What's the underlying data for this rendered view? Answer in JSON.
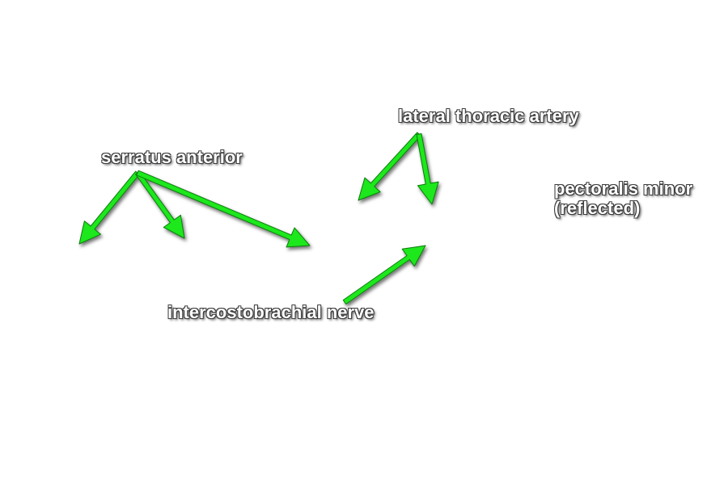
{
  "colors": {
    "background": "#ffffff",
    "arrow": "#1ee81e",
    "arrow_outline": "#0b7a0b",
    "label_text": "#ffffff",
    "label_outline": "#3a3a3a"
  },
  "labels": {
    "serratus_anterior": "serratus anterior",
    "lateral_thoracic_artery": "lateral thoracic artery",
    "pectoralis_minor_line1": "pectoralis minor",
    "pectoralis_minor_line2": "(reflected)",
    "intercostobrachial_nerve": "intercostobrachial nerve"
  }
}
